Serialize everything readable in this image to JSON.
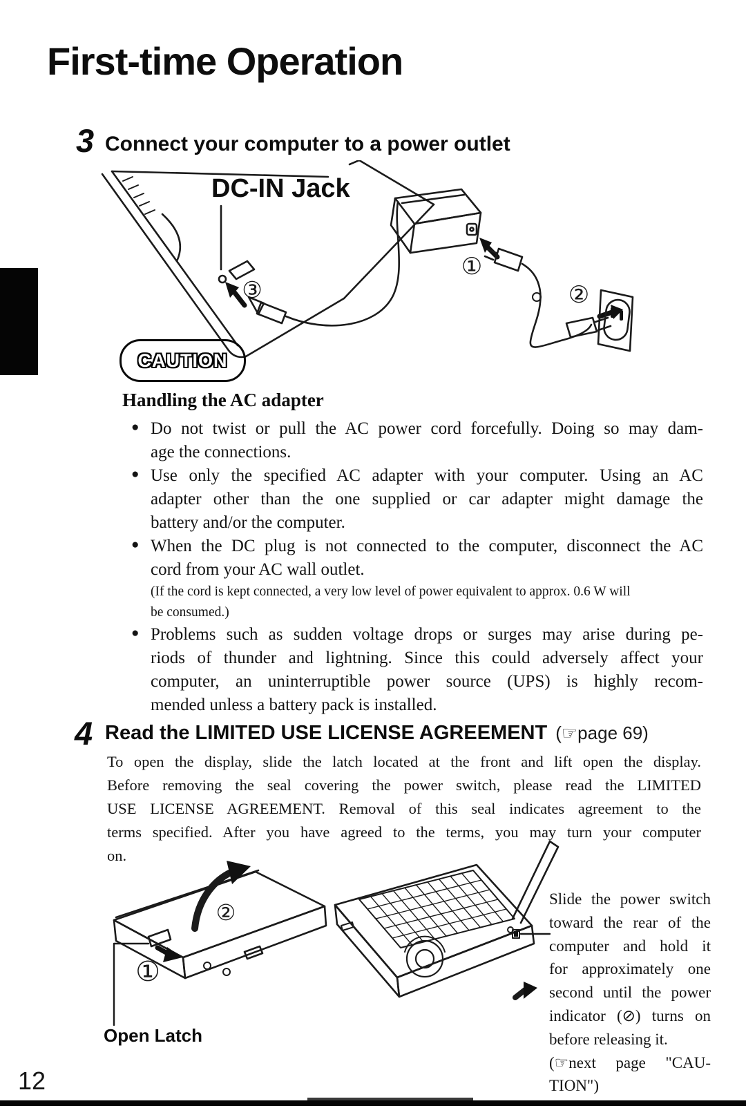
{
  "page": {
    "title": "First-time Operation",
    "page_number": "12"
  },
  "step3": {
    "number": "3",
    "heading": "Connect your computer to a power outlet",
    "diagram": {
      "dc_in_jack_label": "DC-IN Jack",
      "callout_1": "①",
      "callout_2": "②",
      "callout_3": "③"
    }
  },
  "caution": {
    "badge_label": "CAUTION",
    "heading": "Handling the AC adapter",
    "bullet_glyph": "●",
    "bullet1_lines": [
      "Do not twist or pull the AC power cord forcefully. Doing so may dam-",
      "age the connections."
    ],
    "bullet2_lines": [
      "Use only the specified AC adapter with your computer. Using an AC",
      "adapter other than the one supplied or car adapter might damage the",
      "battery and/or the computer."
    ],
    "bullet3_lines": [
      "When the DC plug is not connected to the computer, disconnect the AC",
      "cord from your AC wall outlet."
    ],
    "bullet3_note_lines": [
      "(If the cord is kept connected, a very low level of power equivalent to approx. 0.6 W will",
      "be consumed.)"
    ],
    "bullet4_lines": [
      "Problems such as sudden voltage drops or surges may arise during pe-",
      "riods of thunder and lightning. Since this could adversely affect your",
      "computer, an uninterruptible power source (UPS) is highly recom-",
      "mended unless a battery pack is installed."
    ]
  },
  "step4": {
    "number": "4",
    "heading": "Read the LIMITED USE LICENSE AGREEMENT",
    "heading_ref": "(☞page 69)",
    "body_lines": [
      "To open the display, slide the latch located at the front and lift open the display.",
      "Before removing the seal covering the power switch, please read the LIMITED",
      "USE LICENSE AGREEMENT. Removal of this seal indicates agreement to the",
      "terms specified.  After you have agreed to the terms, you may turn your computer",
      "on."
    ],
    "open_latch_label": "Open Latch",
    "callout_1": "①",
    "callout_2": "②",
    "side_note_lines": [
      "Slide the power switch",
      "toward the rear of the",
      "computer and hold it",
      "for approximately one",
      "second until the power",
      "indicator (⊘) turns on",
      "before releasing it.",
      "(☞next page \"CAU-",
      "TION\")"
    ]
  }
}
